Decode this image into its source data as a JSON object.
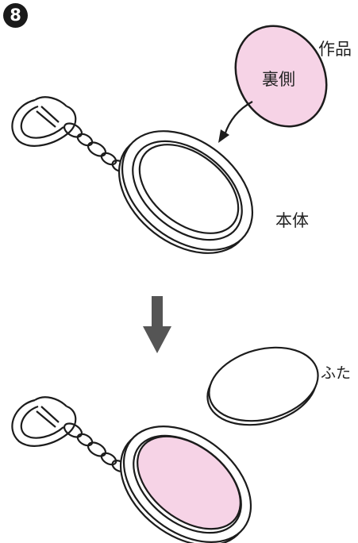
{
  "step": {
    "number": "8"
  },
  "top_scene": {
    "artwork_label": "作品",
    "back_side_label": "裏側",
    "body_label": "本体"
  },
  "bottom_scene": {
    "lid_label": "ふた"
  },
  "colors": {
    "artwork_pink": "#f6d3e6",
    "outline": "#1c1c1c",
    "arrow": "#555555",
    "badge": "#1a1a1a"
  }
}
